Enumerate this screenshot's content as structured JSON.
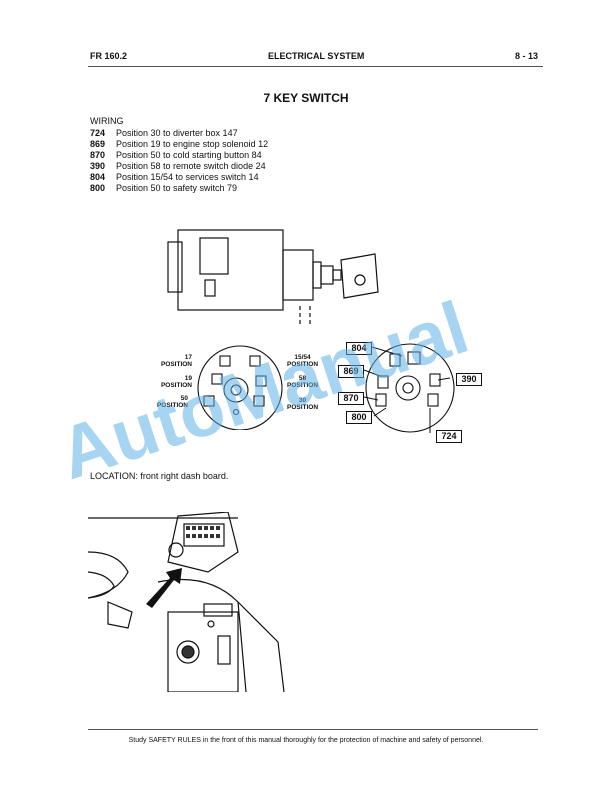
{
  "header": {
    "model": "FR 160.2",
    "section": "ELECTRICAL SYSTEM",
    "page": "8 - 13"
  },
  "title": "7  KEY SWITCH",
  "wiring": {
    "heading": "WIRING",
    "rows": [
      {
        "code": "724",
        "text": "Position 30 to diverter box 147"
      },
      {
        "code": "869",
        "text": "Position 19 to engine stop solenoid 12"
      },
      {
        "code": "870",
        "text": "Position 50 to cold starting button 84"
      },
      {
        "code": "390",
        "text": "Position 58 to remote switch diode 24"
      },
      {
        "code": "804",
        "text": "Position 15/54 to services switch 14"
      },
      {
        "code": "800",
        "text": "Position 50 to safety switch 79"
      }
    ]
  },
  "diagram_left": {
    "labels": [
      {
        "num": "17",
        "pos": "POSITION"
      },
      {
        "num": "19",
        "pos": "POSITION"
      },
      {
        "num": "50",
        "pos": "POSITION"
      },
      {
        "num": "15/54",
        "pos": "POSITION"
      },
      {
        "num": "58",
        "pos": "POSITION"
      },
      {
        "num": "30",
        "pos": "POSITION"
      }
    ]
  },
  "diagram_right": {
    "tags": [
      "804",
      "869",
      "390",
      "870",
      "800",
      "724"
    ]
  },
  "location": "LOCATION: front right dash board.",
  "watermark": "AutoManual",
  "footer": "Study SAFETY RULES in the front of this manual thoroughly for the protection of machine and safety of personnel.",
  "colors": {
    "watermark": "#5fb3e6",
    "ink": "#111111"
  }
}
